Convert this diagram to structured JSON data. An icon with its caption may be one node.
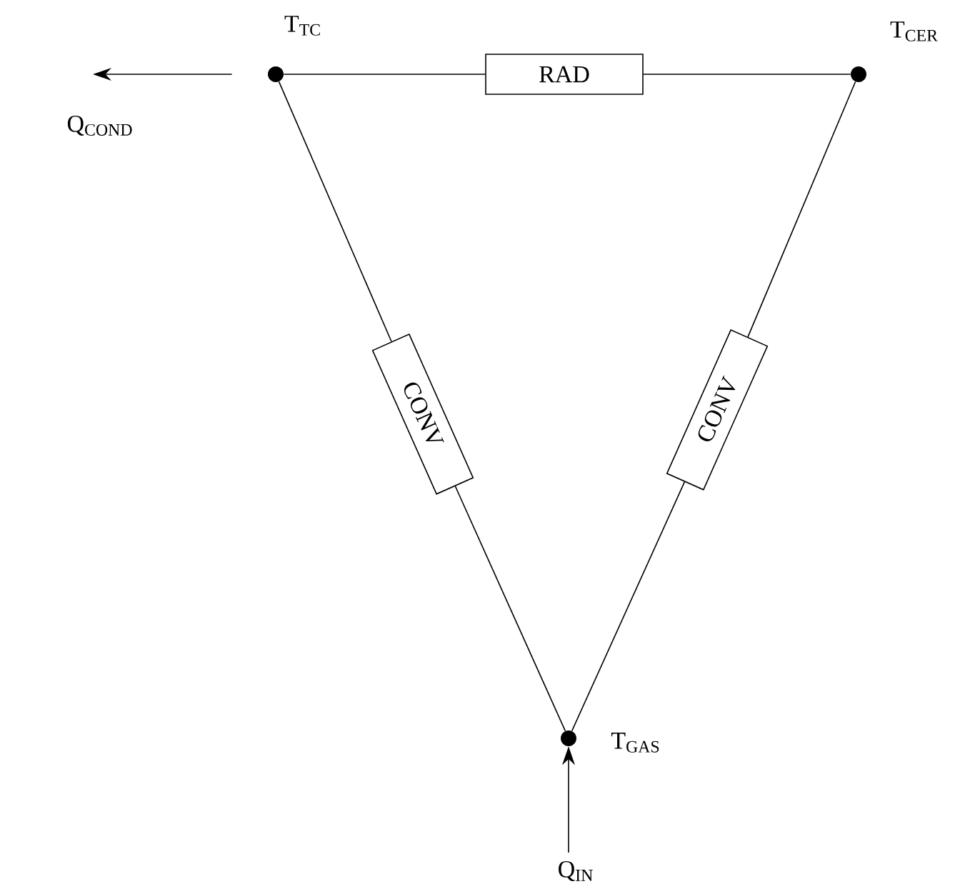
{
  "diagram": {
    "nodes": [
      {
        "text": [],
        "shape": "circle",
        "beside": [
          "T$_{TC}$"
        ]
      },
      {
        "text": [],
        "shape": "circle",
        "beside": [
          "T$_{CER}$"
        ]
      },
      {
        "text": [],
        "shape": "circle",
        "beside": [
          "T$_{GAS}$"
        ]
      },
      {
        "text": [
          "RAD"
        ]
      },
      {
        "text": [
          "CONV"
        ]
      },
      {
        "text": [
          "CONV"
        ]
      }
    ],
    "edges": [
      {
        "from": 0,
        "to": 3,
        "arrow": "none"
      },
      {
        "from": 3,
        "to": 1,
        "arrow": "none"
      },
      {
        "from": 0,
        "to": 4,
        "arrow": "none"
      },
      {
        "from": 4,
        "to": 2,
        "arrow": "none"
      },
      {
        "from": 1,
        "to": 5,
        "arrow": "none"
      },
      {
        "from": 5,
        "to": 2,
        "arrow": "none"
      },
      {
        "from": 0,
        "to": null,
        "arrow": "to",
        "label": "Q$_{COND}$"
      },
      {
        "from": null,
        "to": 2,
        "arrow": "to",
        "label": "Q$_{IN}$"
      }
    ]
  }
}
